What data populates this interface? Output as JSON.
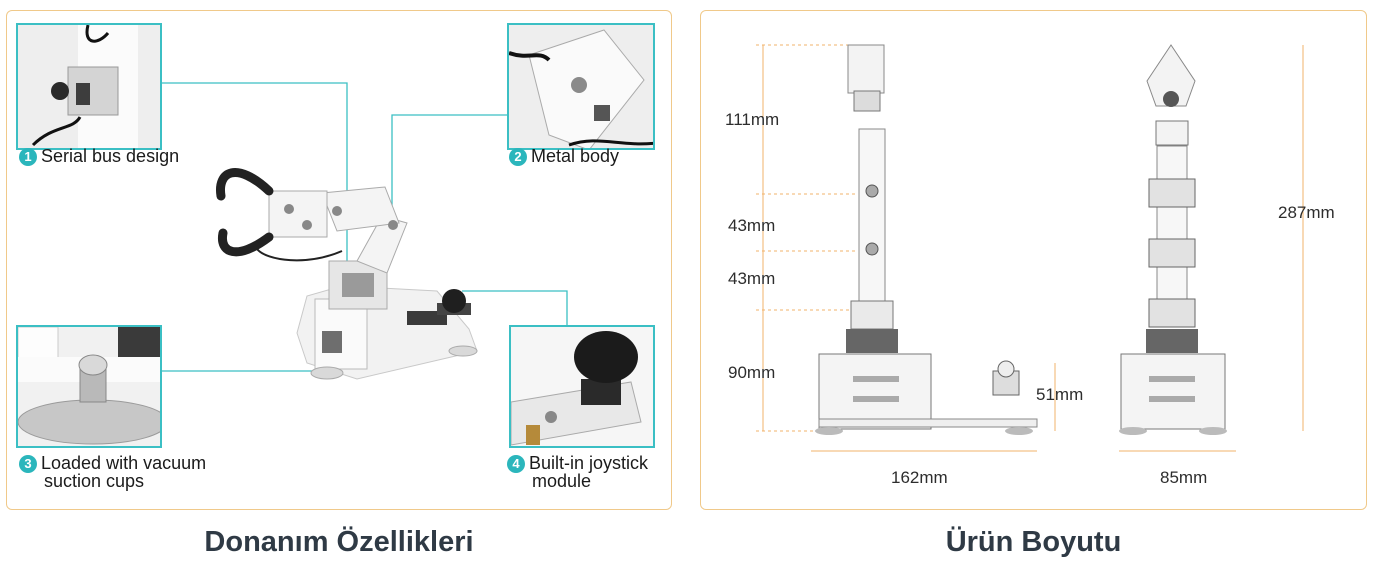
{
  "left_panel": {
    "caption": "Donanım Özellikleri",
    "features": [
      {
        "num": "1",
        "label": "Serial bus design"
      },
      {
        "num": "2",
        "label": "Metal body"
      },
      {
        "num": "3",
        "label": "Loaded with vacuum",
        "label2": "suction cups"
      },
      {
        "num": "4",
        "label": "Built-in joystick",
        "label2": "module"
      }
    ]
  },
  "right_panel": {
    "caption": "Ürün Boyutu",
    "dimensions": {
      "d111": "111mm",
      "d43a": "43mm",
      "d43b": "43mm",
      "d90": "90mm",
      "d51": "51mm",
      "d287": "287mm",
      "d162": "162mm",
      "d85": "85mm"
    }
  },
  "colors": {
    "accent": "#3bbfc4",
    "frame": "#f0c98a",
    "dimension_line": "#f2b36b"
  }
}
